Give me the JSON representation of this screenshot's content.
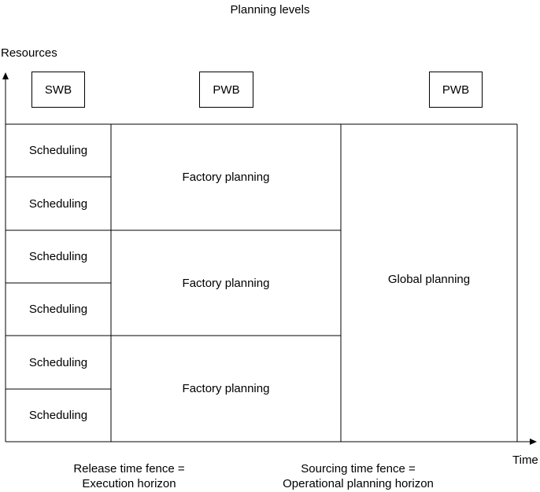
{
  "title": "Planning levels",
  "axes": {
    "y_label": "Resources",
    "x_label": "Time"
  },
  "workbenches": [
    "SWB",
    "PWB",
    "PWB"
  ],
  "scheduling_cells": [
    "Scheduling",
    "Scheduling",
    "Scheduling",
    "Scheduling",
    "Scheduling",
    "Scheduling"
  ],
  "factory_cells": [
    "Factory planning",
    "Factory planning",
    "Factory planning"
  ],
  "global_cell": "Global planning",
  "fences": {
    "release": {
      "line1": "Release time fence =",
      "line2": "Execution horizon"
    },
    "sourcing": {
      "line1": "Sourcing time fence =",
      "line2": "Operational planning horizon"
    }
  }
}
